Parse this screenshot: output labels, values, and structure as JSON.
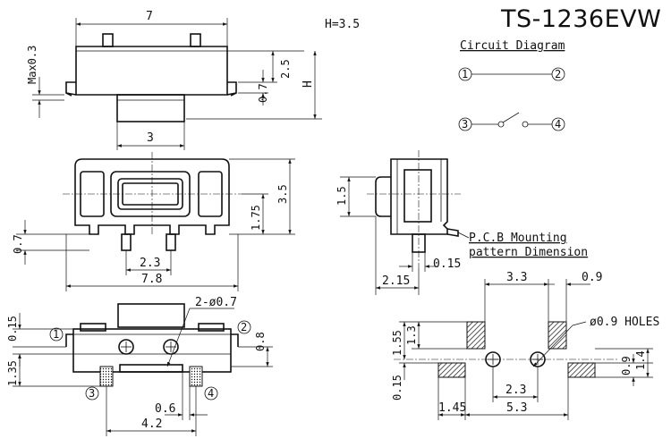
{
  "title": "TS-1236EVW",
  "height_note": "H=3.5",
  "circuit": {
    "heading": "Circuit Diagram",
    "pins": [
      "1",
      "2",
      "3",
      "4"
    ]
  },
  "pcb": {
    "heading_line1": "P.C.B Mounting",
    "heading_line2": "pattern Dimension",
    "holes_label": "ø0.9 HOLES"
  },
  "front_view": {
    "dims": [
      "7",
      "Max0.3",
      "2.5",
      "H",
      "0.7",
      "3"
    ]
  },
  "top_view": {
    "dims": [
      "3.5",
      "1.75",
      "0.7",
      "2.3",
      "7.8"
    ]
  },
  "side_view": {
    "dims": [
      "1.5",
      "0.15",
      "2.15"
    ]
  },
  "bottom_view": {
    "holes_label": "2-ø0.7",
    "pins": [
      "1",
      "2",
      "3",
      "4"
    ],
    "dims": [
      "0.15",
      "1.35",
      "0.8",
      "0.6",
      "4.2"
    ]
  },
  "pcb_dims": [
    "3.3",
    "0.9",
    "1.55",
    "1.3",
    "0.15",
    "0.9",
    "1.4",
    "2.3",
    "1.45",
    "5.3"
  ]
}
